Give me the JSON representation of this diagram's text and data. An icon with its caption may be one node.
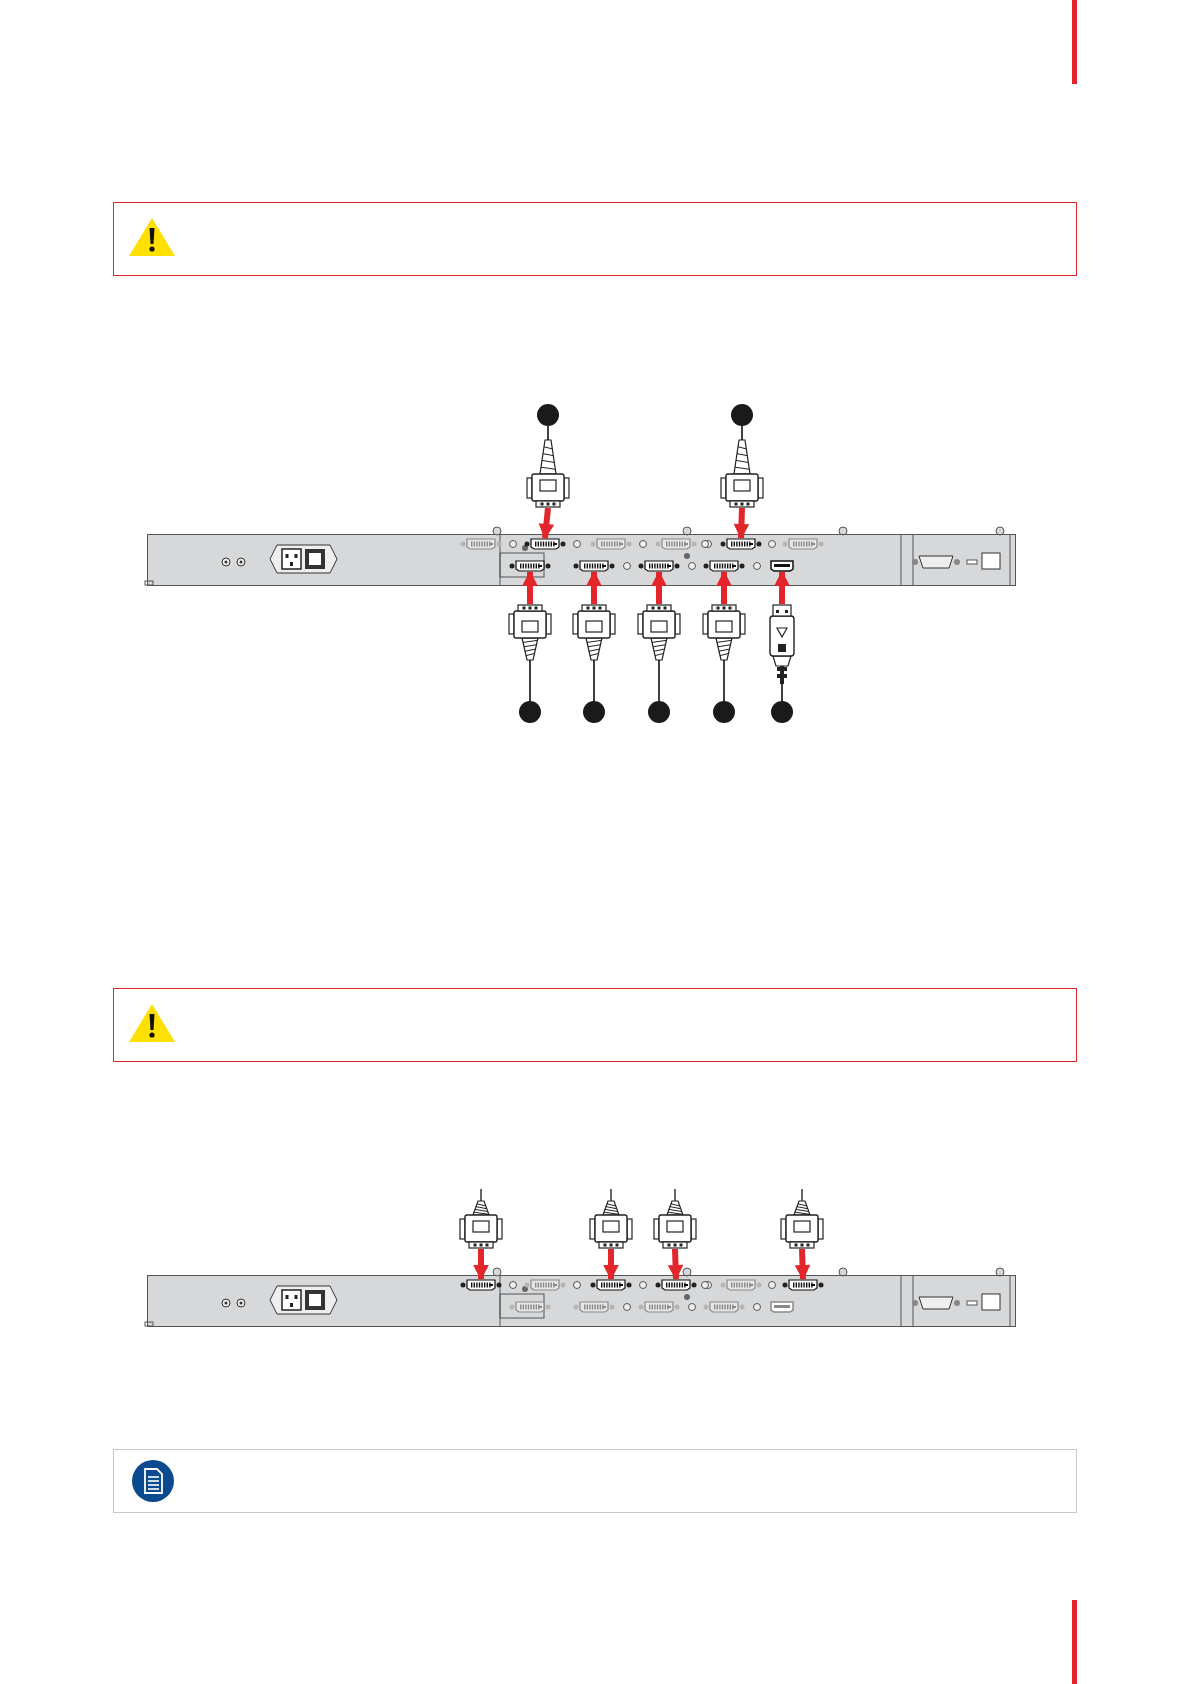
{
  "diagram": {
    "nodes": [
      {
        "text": [],
        "shape": "box"
      },
      {
        "text": [],
        "shape": "circle"
      },
      {
        "text": [],
        "shape": "circle"
      },
      {
        "text": [],
        "shape": "plug"
      },
      {
        "text": [],
        "shape": "plug"
      },
      {
        "text": [],
        "shape": "box"
      },
      {
        "text": [],
        "shape": "port",
        "in": 5
      },
      {
        "text": [],
        "shape": "port",
        "in": 5
      },
      {
        "text": [],
        "shape": "port",
        "in": 5
      },
      {
        "text": [],
        "shape": "port",
        "in": 5
      },
      {
        "text": [],
        "shape": "port",
        "in": 5
      },
      {
        "text": [],
        "shape": "port",
        "in": 5
      },
      {
        "text": [],
        "shape": "port",
        "in": 5
      },
      {
        "text": [],
        "shape": "plug"
      },
      {
        "text": [],
        "shape": "plug"
      },
      {
        "text": [],
        "shape": "plug"
      },
      {
        "text": [],
        "shape": "plug"
      },
      {
        "text": [],
        "shape": "plug"
      },
      {
        "text": [],
        "shape": "circle"
      },
      {
        "text": [],
        "shape": "circle"
      },
      {
        "text": [],
        "shape": "circle"
      },
      {
        "text": [],
        "shape": "circle"
      },
      {
        "text": [],
        "shape": "circle"
      },
      {
        "text": [],
        "shape": "box"
      },
      {
        "text": [],
        "shape": "plug"
      },
      {
        "text": [],
        "shape": "plug"
      },
      {
        "text": [],
        "shape": "plug"
      },
      {
        "text": [],
        "shape": "plug"
      },
      {
        "text": [],
        "shape": "box"
      },
      {
        "text": [],
        "shape": "port",
        "in": 28
      },
      {
        "text": [],
        "shape": "port",
        "in": 28
      },
      {
        "text": [],
        "shape": "port",
        "in": 28
      },
      {
        "text": [],
        "shape": "port",
        "in": 28
      },
      {
        "text": [],
        "shape": "box"
      }
    ],
    "edges": [
      {
        "from": 1,
        "to": 3,
        "arrow": "none",
        "color": "#000000"
      },
      {
        "from": 2,
        "to": 4,
        "arrow": "none",
        "color": "#000000"
      },
      {
        "from": 3,
        "to": 6,
        "arrow": "to"
      },
      {
        "from": 4,
        "to": 7,
        "arrow": "to"
      },
      {
        "from": 13,
        "to": 8,
        "arrow": "to"
      },
      {
        "from": 14,
        "to": 9,
        "arrow": "to"
      },
      {
        "from": 15,
        "to": 10,
        "arrow": "to"
      },
      {
        "from": 16,
        "to": 11,
        "arrow": "to"
      },
      {
        "from": 17,
        "to": 12,
        "arrow": "to"
      },
      {
        "from": 18,
        "to": 13,
        "arrow": "none",
        "color": "#000000"
      },
      {
        "from": 19,
        "to": 14,
        "arrow": "none",
        "color": "#000000"
      },
      {
        "from": 20,
        "to": 15,
        "arrow": "none",
        "color": "#000000"
      },
      {
        "from": 21,
        "to": 16,
        "arrow": "none",
        "color": "#000000"
      },
      {
        "from": 22,
        "to": 17,
        "arrow": "none",
        "color": "#000000"
      },
      {
        "from": 24,
        "to": 29,
        "arrow": "to"
      },
      {
        "from": 25,
        "to": 30,
        "arrow": "to"
      },
      {
        "from": 26,
        "to": 31,
        "arrow": "to"
      },
      {
        "from": 27,
        "to": 32,
        "arrow": "to"
      }
    ]
  }
}
